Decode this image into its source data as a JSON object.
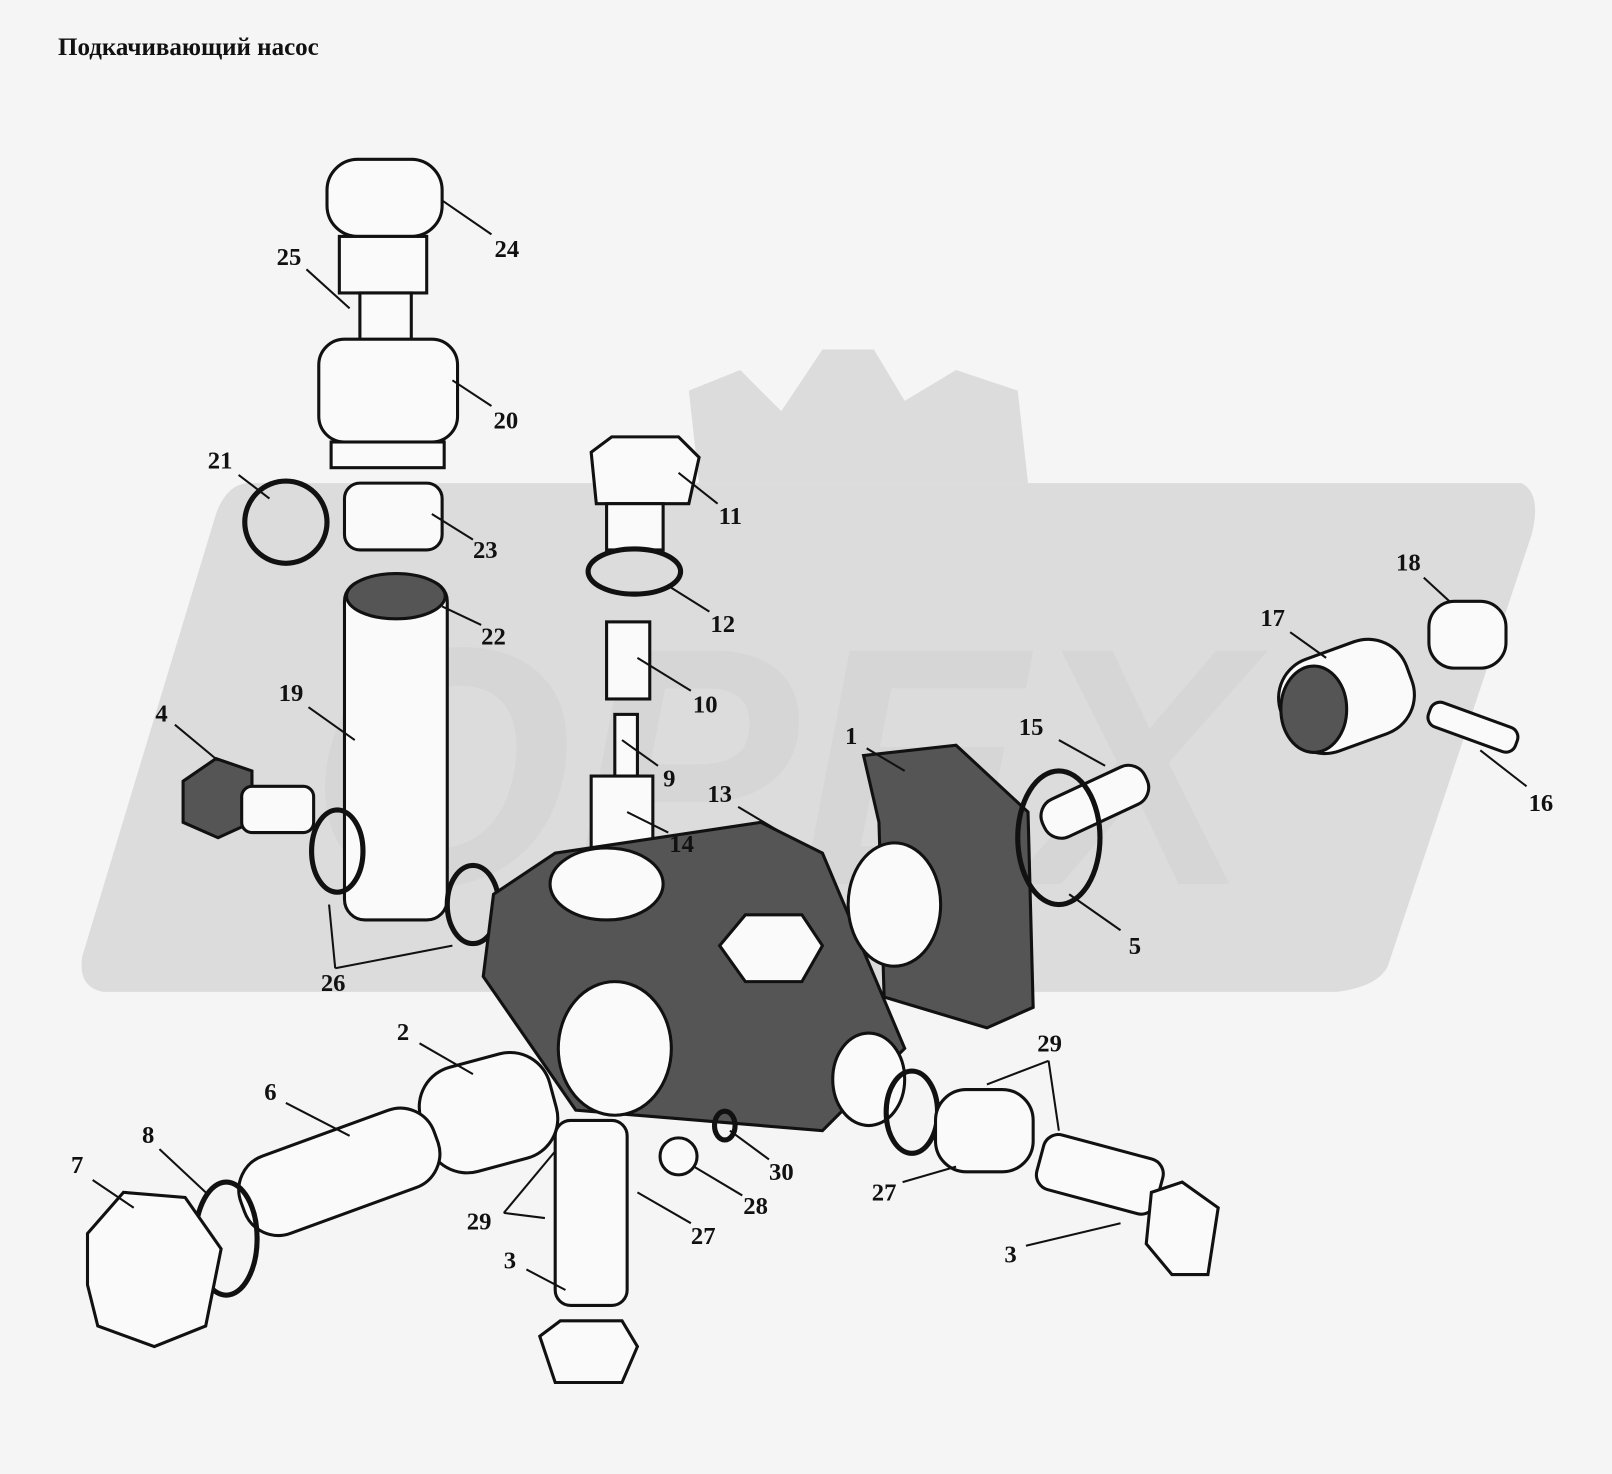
{
  "title": "Подкачивающий насос",
  "watermark": {
    "text": "OPEX",
    "color": "#dcdcdc"
  },
  "labels": [
    "24",
    "25",
    "20",
    "21",
    "23",
    "11",
    "12",
    "22",
    "10",
    "19",
    "4",
    "9",
    "14",
    "13",
    "1",
    "15",
    "17",
    "18",
    "16",
    "5",
    "26",
    "2",
    "6",
    "8",
    "7",
    "29",
    "29",
    "27",
    "28",
    "30",
    "27",
    "3",
    "3"
  ]
}
